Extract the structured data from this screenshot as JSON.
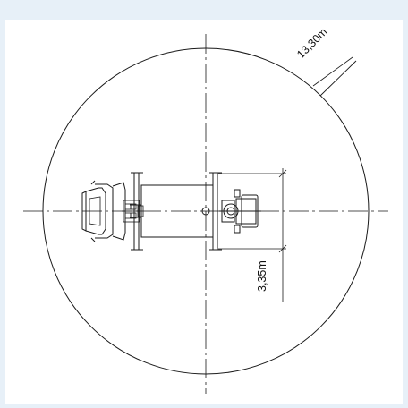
{
  "colors": {
    "frame": "#e7f0f8",
    "sheet": "#ffffff",
    "line": "#1a1a1a"
  },
  "diagram": {
    "labels": {
      "turning_radius": "13,30m",
      "crane_width": "3,35m"
    },
    "view": "top-view-turning-circle"
  }
}
